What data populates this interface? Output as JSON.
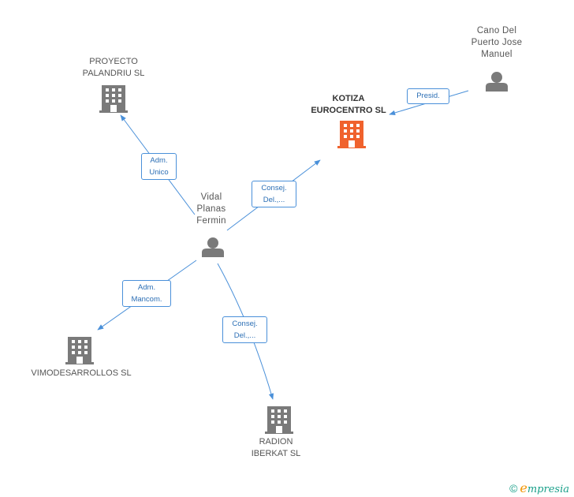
{
  "nodes": {
    "proyecto": {
      "label": "PROYECTO\nPALANDRIU SL",
      "type": "company",
      "icon": "building-icon"
    },
    "kotiza": {
      "label": "KOTIZA\nEUROCENTRO SL",
      "type": "company-focus",
      "icon": "building-icon"
    },
    "cano": {
      "label": "Cano Del\nPuerto Jose\nManuel",
      "type": "person",
      "icon": "person-icon"
    },
    "vidal": {
      "label": "Vidal\nPlanas\nFermin",
      "type": "person",
      "icon": "person-icon"
    },
    "vimodesarrollos": {
      "label": "VIMODESARROLLOS SL",
      "type": "company",
      "icon": "building-icon"
    },
    "radion": {
      "label": "RADION\nIBERKAT SL",
      "type": "company",
      "icon": "building-icon"
    }
  },
  "relations": [
    {
      "id": "vidal-proyecto",
      "label": "Adm.\nUnico"
    },
    {
      "id": "vidal-kotiza",
      "label": "Consej.\nDel.,..."
    },
    {
      "id": "cano-kotiza",
      "label": "Presid."
    },
    {
      "id": "vidal-vimodesarrollos",
      "label": "Adm.\nMancom."
    },
    {
      "id": "vidal-radion",
      "label": "Consej.\nDel.,..."
    }
  ],
  "colors": {
    "edge": "#4a90d9",
    "company": "#7a7a7a",
    "focus": "#f0622d",
    "person": "#7a7a7a",
    "brand": "#1aa08a"
  },
  "footer": {
    "copyright": "©",
    "brand_initial": "e",
    "brand_rest": "mpresia"
  }
}
